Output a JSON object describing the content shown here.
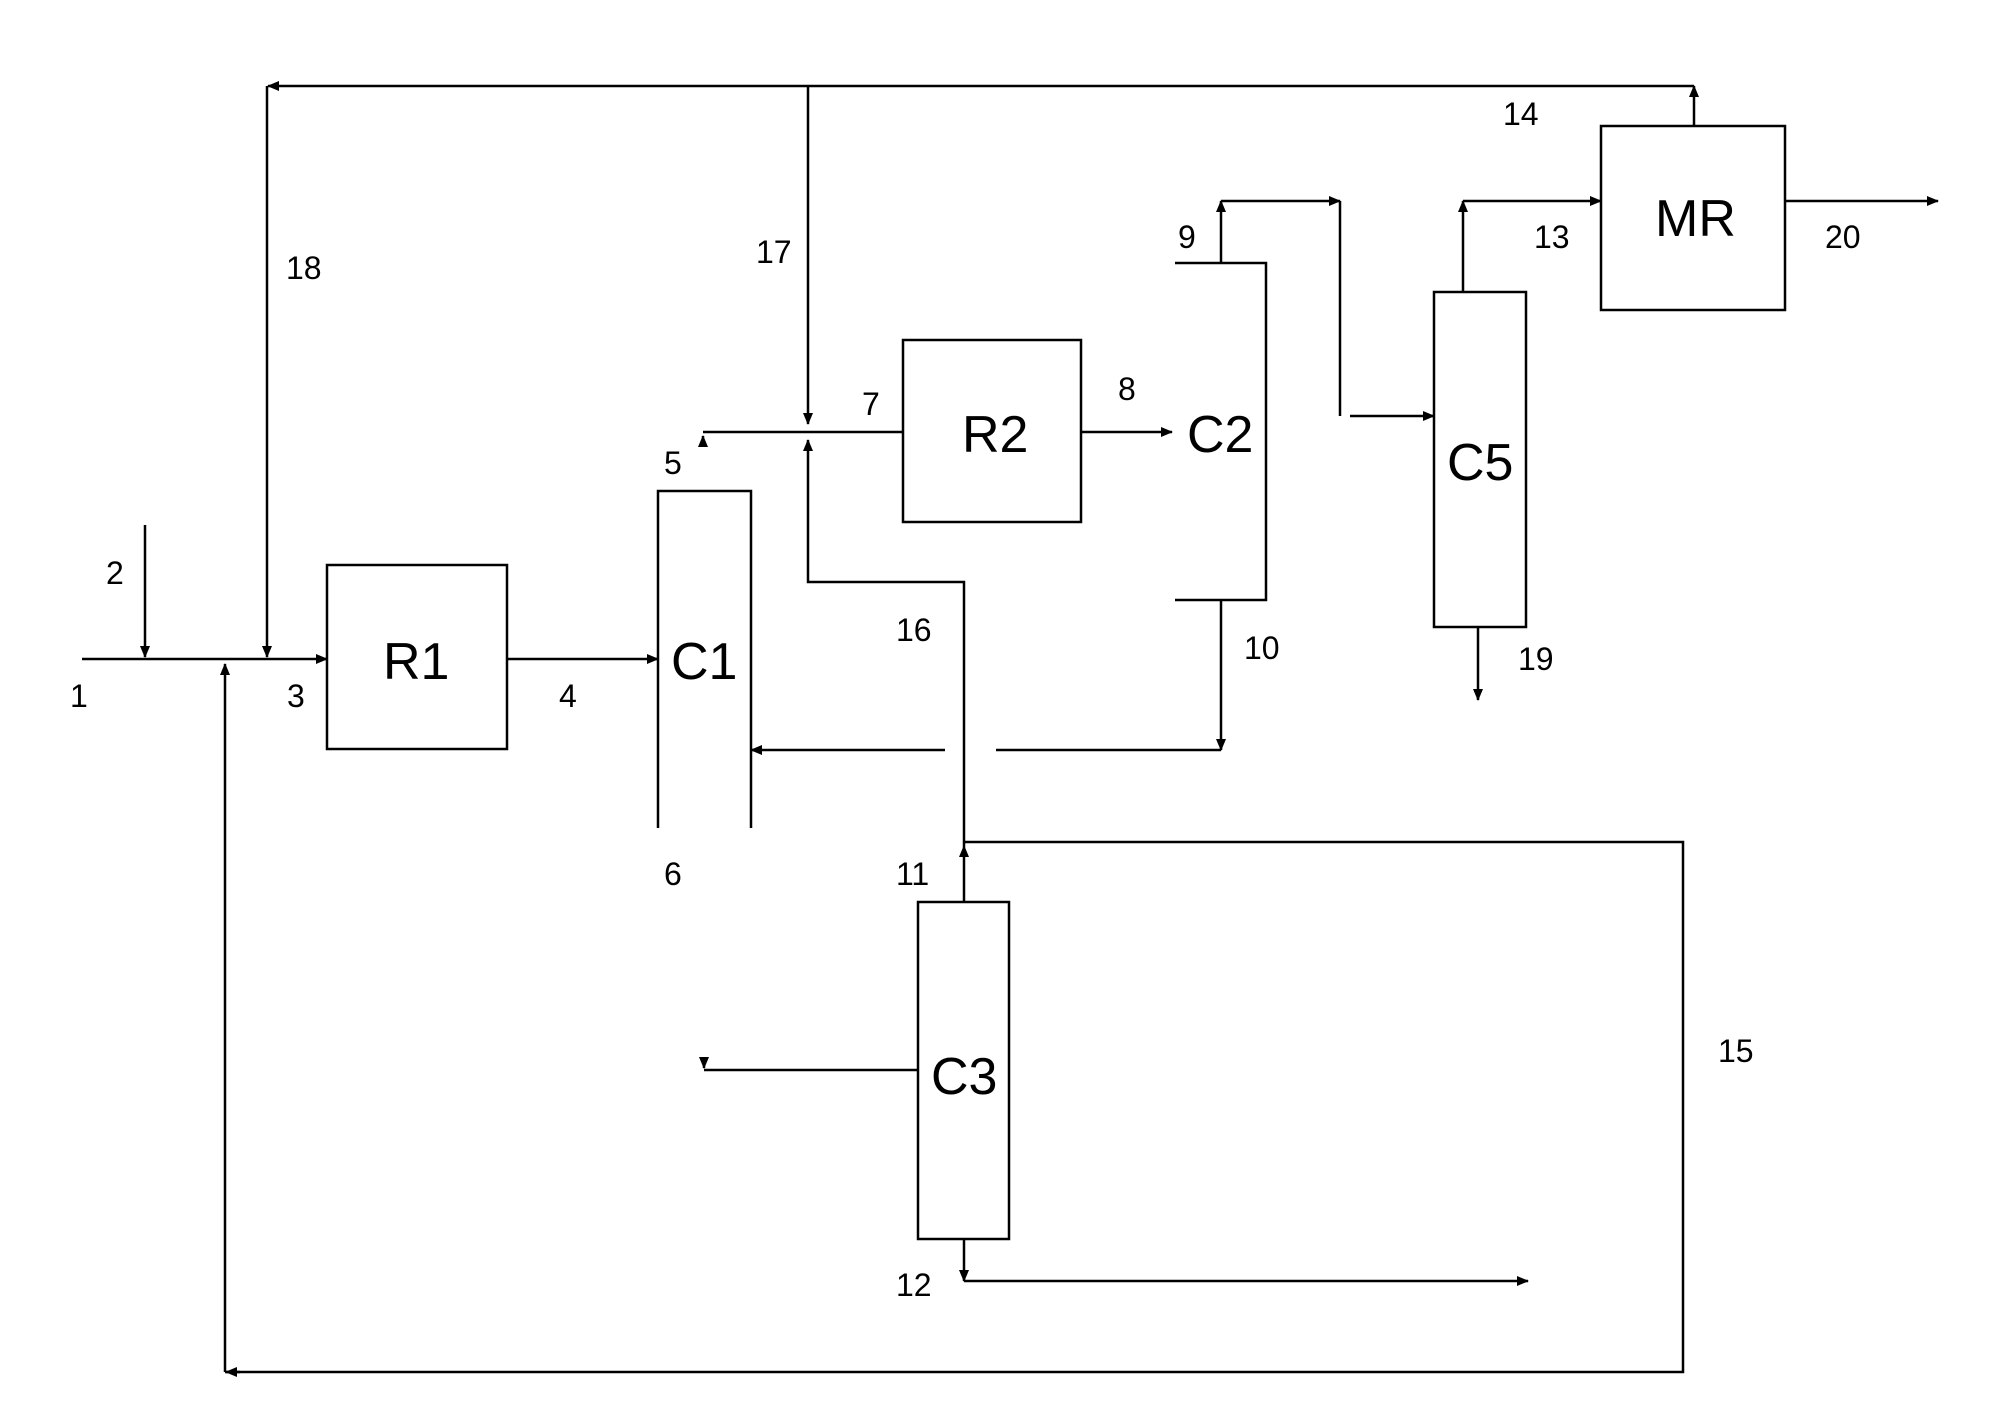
{
  "units": {
    "r1": "R1",
    "r2": "R2",
    "c1": "C1",
    "c2": "C2",
    "c3": "C3",
    "c5": "C5",
    "mr": "MR"
  },
  "streams": {
    "s1": "1",
    "s2": "2",
    "s3": "3",
    "s4": "4",
    "s5": "5",
    "s6": "6",
    "s7": "7",
    "s8": "8",
    "s9": "9",
    "s10": "10",
    "s11": "11",
    "s12": "12",
    "s13": "13",
    "s14": "14",
    "s15": "15",
    "s16": "16",
    "s17": "17",
    "s18": "18",
    "s19": "19",
    "s20": "20"
  }
}
